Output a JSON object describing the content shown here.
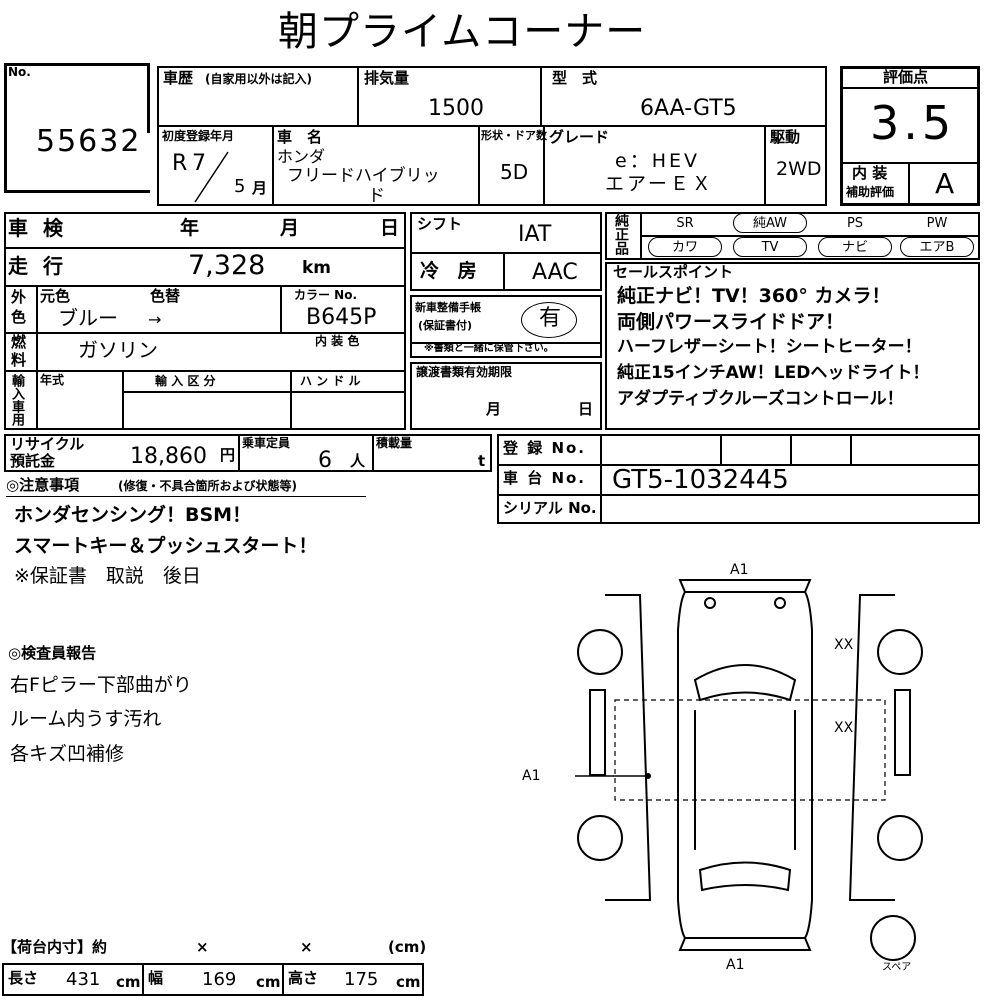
{
  "header": {
    "title": "朝プライムコーナー"
  },
  "lot": {
    "no_label": "No.",
    "number": "55632"
  },
  "history": {
    "label": "車歴",
    "note": "(自家用以外は記入)"
  },
  "displacement": {
    "label": "排気量",
    "value": "1500"
  },
  "model": {
    "label": "型　式",
    "value": "6AA-GT5"
  },
  "first_reg": {
    "label": "初度登録年月",
    "era": "R",
    "year": "7",
    "month": "5",
    "month_unit": "月"
  },
  "car_name": {
    "label": "車　名",
    "maker": "ホンダ",
    "name_line1": "フリードハイブリッ",
    "name_line2": "ド"
  },
  "doors": {
    "label": "形状・ドア数",
    "value": "5D"
  },
  "grade": {
    "label": "グレード",
    "line1": "e：HEV",
    "line2": "エアーＥＸ"
  },
  "drive": {
    "label": "駆動",
    "value": "2WD"
  },
  "rating": {
    "label": "評価点",
    "score": "3.5",
    "interior_label_1": "内 装",
    "interior_label_2": "補助評価",
    "interior_value": "A"
  },
  "inspection": {
    "label": "車 検",
    "year_unit": "年",
    "month_unit": "月",
    "day_unit": "日"
  },
  "shift": {
    "label": "シフト",
    "value": "IAT"
  },
  "mileage": {
    "label": "走 行",
    "value": "7,328",
    "unit": "km"
  },
  "ac": {
    "label": "冷 房",
    "value": "AAC"
  },
  "exterior_color": {
    "side_1": "外",
    "side_2": "色",
    "orig_label": "元色",
    "change_label": "色替",
    "value": "ブルー",
    "arrow": "→"
  },
  "color_no": {
    "label": "カラー No.",
    "value": "B645P"
  },
  "warranty": {
    "label_1": "新車整備手帳",
    "label_2": "(保証書付)",
    "value": "有",
    "note": "※書類と一緒に保管下さい。"
  },
  "fuel": {
    "side_1": "燃",
    "side_2": "料",
    "value": "ガソリン",
    "interior_color_label": "内 装 色"
  },
  "import": {
    "side": "輸入車用",
    "year_label": "年式",
    "class_label": "輸 入 区 分",
    "handle_label": "ハ ン ド ル"
  },
  "transfer": {
    "label": "譲渡書類有効期限",
    "month_unit": "月",
    "day_unit": "日"
  },
  "genuine": {
    "side": "純正品",
    "options": [
      "SR",
      "純AW",
      "PS",
      "PW",
      "カワ",
      "TV",
      "ナビ",
      "エアB"
    ],
    "circled": [
      false,
      true,
      false,
      false,
      true,
      true,
      true,
      true
    ]
  },
  "sales_points": {
    "label": "セールスポイント",
    "lines": [
      "純正ナビ！TV！360° カメラ！",
      "両側パワースライドドア！",
      "ハーフレザーシート！シートヒーター！",
      "純正15インチAW！LEDヘッドライト！",
      "アダプティブクルーズコントロール！"
    ]
  },
  "recycle": {
    "label_1": "リサイクル",
    "label_2": "預託金",
    "value": "18,860",
    "unit": "円"
  },
  "capacity": {
    "label": "乗車定員",
    "value": "6",
    "unit": "人"
  },
  "load": {
    "label": "積載量",
    "unit": "t"
  },
  "registration": {
    "label": "登 録 No.",
    "value": ""
  },
  "chassis": {
    "label": "車 台 No.",
    "value": "GT5-1032445"
  },
  "serial": {
    "label": "シリアル No.",
    "value": ""
  },
  "notes": {
    "label": "◎注意事項",
    "sub": "(修復・不具合箇所および状態等)",
    "lines": [
      "ホンダセンシング！BSM！",
      "スマートキー＆プッシュスタート！",
      "※保証書　取説　後日"
    ]
  },
  "inspector": {
    "label": "◎検査員報告",
    "lines": [
      "右Fピラー下部曲がり",
      "ルーム内うす汚れ",
      "各キズ凹補修"
    ]
  },
  "diagram": {
    "marks": [
      "A1",
      "A1",
      "A1",
      "XX",
      "XX"
    ],
    "spare_label": "スペア"
  },
  "cargo": {
    "label": "【荷台内寸】約",
    "x1": "×",
    "x2": "×",
    "unit": "(cm)"
  },
  "dimensions": {
    "length_label": "長さ",
    "length": "431",
    "width_label": "幅",
    "width": "169",
    "height_label": "高さ",
    "height": "175",
    "unit": "cm"
  }
}
